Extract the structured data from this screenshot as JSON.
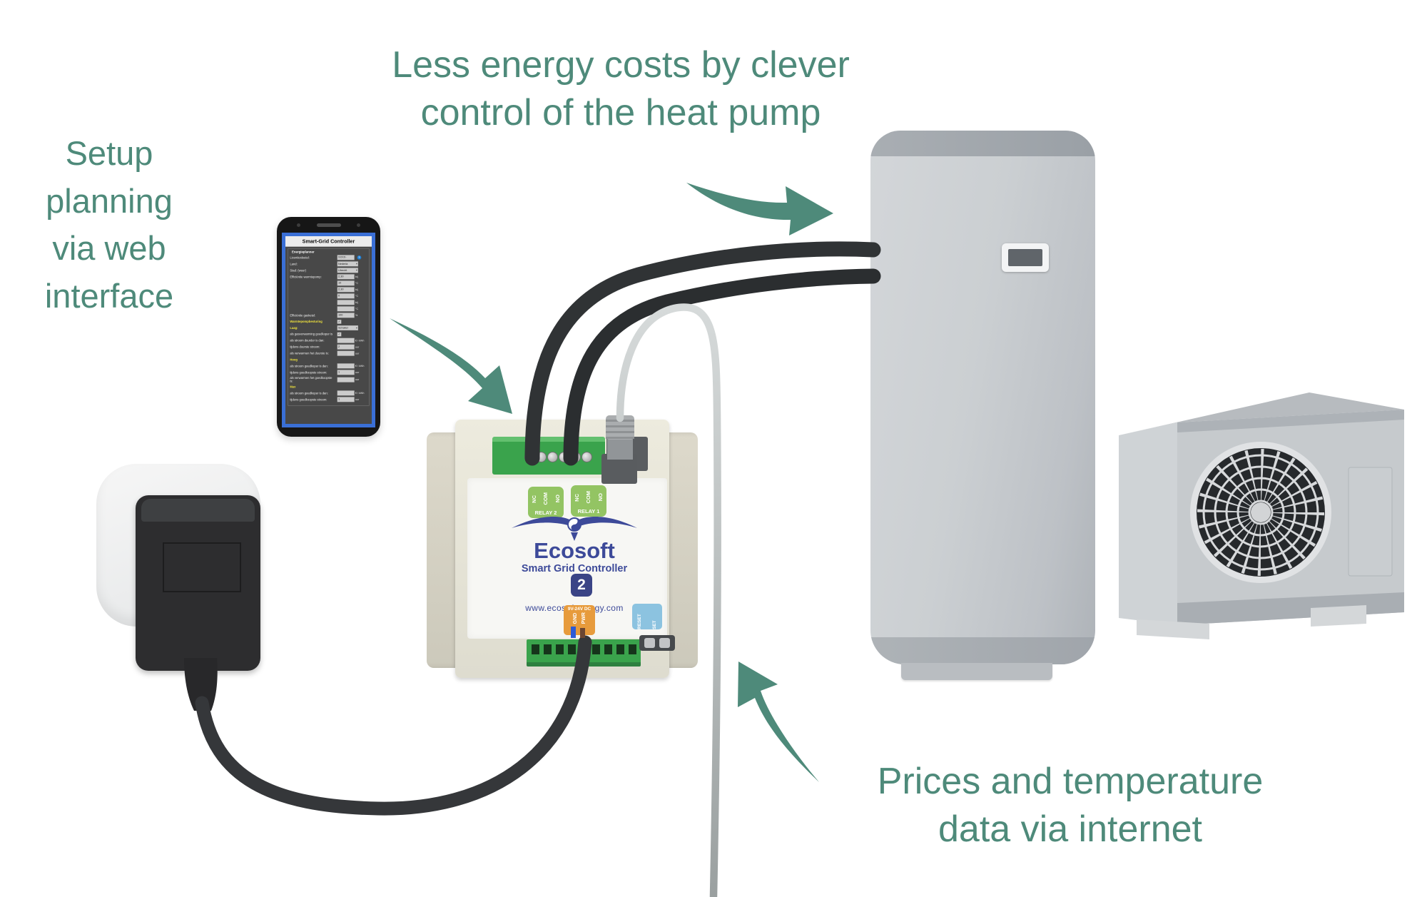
{
  "scene": {
    "annotations": {
      "top": {
        "lines": [
          "Less energy costs by clever",
          "control of the heat pump"
        ]
      },
      "left": {
        "lines": [
          "Setup",
          "planning",
          "via web",
          "interface"
        ]
      },
      "bottom": {
        "lines": [
          "Prices and temperature",
          "data via internet"
        ]
      }
    },
    "colors": {
      "accent_teal": "#4e8a7a",
      "phone_frame_blue": "#3a6fd6",
      "terminal_green": "#3aa34c",
      "relay_green": "#93c463",
      "brand_navy": "#3d4a99",
      "power_orange": "#e79b3c",
      "reset_blue": "#8cc3e0"
    }
  },
  "phone": {
    "title": "Smart-Grid Controller",
    "form": {
      "legend": "Energieplanner",
      "rows": [
        {
          "label": "Licentiesleutel:",
          "control": "input",
          "value": "XXXX-XXXX",
          "unit": "",
          "help": true
        },
        {
          "label": "Land:",
          "control": "select",
          "value": "Nederla"
        },
        {
          "label": "Stad: (weer)",
          "control": "select",
          "value": "Utrecht"
        },
        {
          "label": "Efficiëntie warmtepomp:",
          "control": "input",
          "value": "2,30",
          "unit": "bij"
        },
        {
          "label": "",
          "control": "input",
          "value": "10",
          "unit": "°C"
        },
        {
          "label": "",
          "control": "input",
          "value": "2,30",
          "unit": "bij"
        },
        {
          "label": "",
          "control": "input",
          "value": "0",
          "unit": "°C"
        },
        {
          "label": "",
          "control": "input",
          "value": "",
          "unit": "bij"
        },
        {
          "label": "",
          "control": "input",
          "value": "",
          "unit": "°C"
        },
        {
          "label": "Efficiëntie gasketel:",
          "control": "input",
          "value": "100",
          "unit": "%"
        },
        {
          "label": "Warmtepompbesturing",
          "control": "checkbox",
          "checked": true,
          "highlight": true
        },
        {
          "label": "Laag:",
          "control": "select",
          "value": "Schakel",
          "highlight": true
        },
        {
          "label": "als gasverwarming goedkoper is",
          "control": "checkbox",
          "checked": true
        },
        {
          "label": "als stroom duurder is dan:",
          "control": "input",
          "value": "",
          "unit": "€ / kWh"
        },
        {
          "label": "tijdens duurste stroom:",
          "control": "input",
          "value": "2",
          "unit": "uur"
        },
        {
          "label": "als verwarmen het duurste is:",
          "control": "input",
          "value": "",
          "unit": "uur"
        },
        {
          "label": "Hoog",
          "control": "header",
          "highlight": true
        },
        {
          "label": "als stroom goedkoper is dan:",
          "control": "input",
          "value": "",
          "unit": "€ / kWh"
        },
        {
          "label": "tijdens goedkoopste stroom:",
          "control": "input",
          "value": "1",
          "unit": "uur"
        },
        {
          "label": "als verwarmen het goedkoopste is:",
          "control": "input",
          "value": "",
          "unit": "uur"
        },
        {
          "label": "Max",
          "control": "header",
          "highlight": true
        },
        {
          "label": "als stroom goedkoper is dan:",
          "control": "input",
          "value": "",
          "unit": "€ / kWh"
        },
        {
          "label": "tijdens goedkoopste stroom:",
          "control": "input",
          "value": "1",
          "unit": "uur"
        }
      ]
    }
  },
  "controller": {
    "brand": "Ecosoft",
    "product": "Smart Grid Controller",
    "model_number": "2",
    "website": "www.ecosoftenergy.com",
    "relays": [
      {
        "name": "RELAY 2",
        "terminals": [
          "NC",
          "COM",
          "NO"
        ]
      },
      {
        "name": "RELAY 1",
        "terminals": [
          "NC",
          "COM",
          "NO"
        ]
      }
    ],
    "power_label": {
      "line1": "9V-24V DC",
      "gnd": "GND",
      "pwr": "PWR"
    },
    "buttons": {
      "reset": "RESET",
      "set": "SET"
    }
  }
}
